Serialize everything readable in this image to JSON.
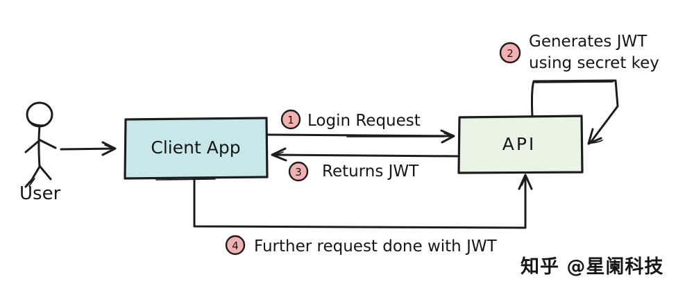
{
  "diagram": {
    "actor": {
      "label": "User"
    },
    "nodes": {
      "client": {
        "label": "Client App"
      },
      "api": {
        "label": "API"
      }
    },
    "steps": [
      {
        "num": "1",
        "label": "Login Request"
      },
      {
        "num": "2",
        "line1": "Generates JWT",
        "line2": "using secret key"
      },
      {
        "num": "3",
        "label": "Returns JWT"
      },
      {
        "num": "4",
        "label": "Further request done with JWT"
      }
    ],
    "watermark": "知乎 @星阑科技"
  },
  "colors": {
    "background": "#ffffff",
    "ink": "#1c1c1c",
    "client_box_fill": "#c7e7e9",
    "api_box_fill": "#eaf4e5",
    "badge_fill": "#f2b0b0",
    "watermark": "#c9c9c9"
  }
}
